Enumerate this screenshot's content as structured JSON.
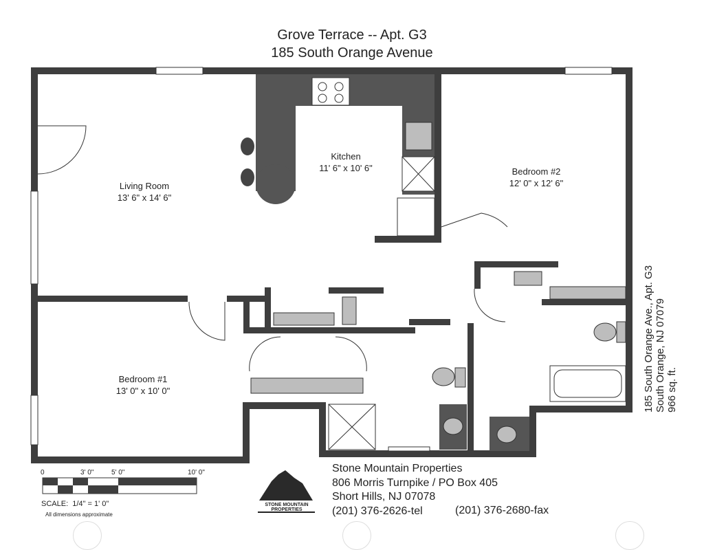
{
  "header": {
    "title_line1": "Grove Terrace -- Apt. G3",
    "title_line2": "185 South Orange Avenue"
  },
  "rooms": [
    {
      "name": "Living Room",
      "size": "13' 6\" x 14' 6\""
    },
    {
      "name": "Kitchen",
      "size": "11' 6\" x 10' 6\""
    },
    {
      "name": "Bedroom #2",
      "size": "12' 0\" x 12' 6\""
    },
    {
      "name": "Bedroom #1",
      "size": "13' 0\" x 10' 0\""
    }
  ],
  "side_info": {
    "line1": "185 South Orange Ave., Apt. G3",
    "line2": "South Orange, NJ 07079",
    "line3": "966 sq. ft."
  },
  "scale": {
    "ticks": [
      "0",
      "3' 0\"",
      "5' 0\"",
      "10' 0\""
    ],
    "label": "SCALE:  1/4\" = 1' 0\"",
    "note": "All dimensions approximate"
  },
  "logo": {
    "line1": "STONE MOUNTAIN",
    "line2": "PROPERTIES"
  },
  "company": {
    "name": "Stone Mountain Properties",
    "address1": "806 Morris Turnpike / PO Box 405",
    "address2": "Short Hills, NJ 07078",
    "phone": "(201) 376-2626-tel",
    "fax": "(201) 376-2680-fax"
  },
  "colors": {
    "wall": "#3e3e3e",
    "counter": "#555555",
    "fixture": "#bdbdbd"
  }
}
